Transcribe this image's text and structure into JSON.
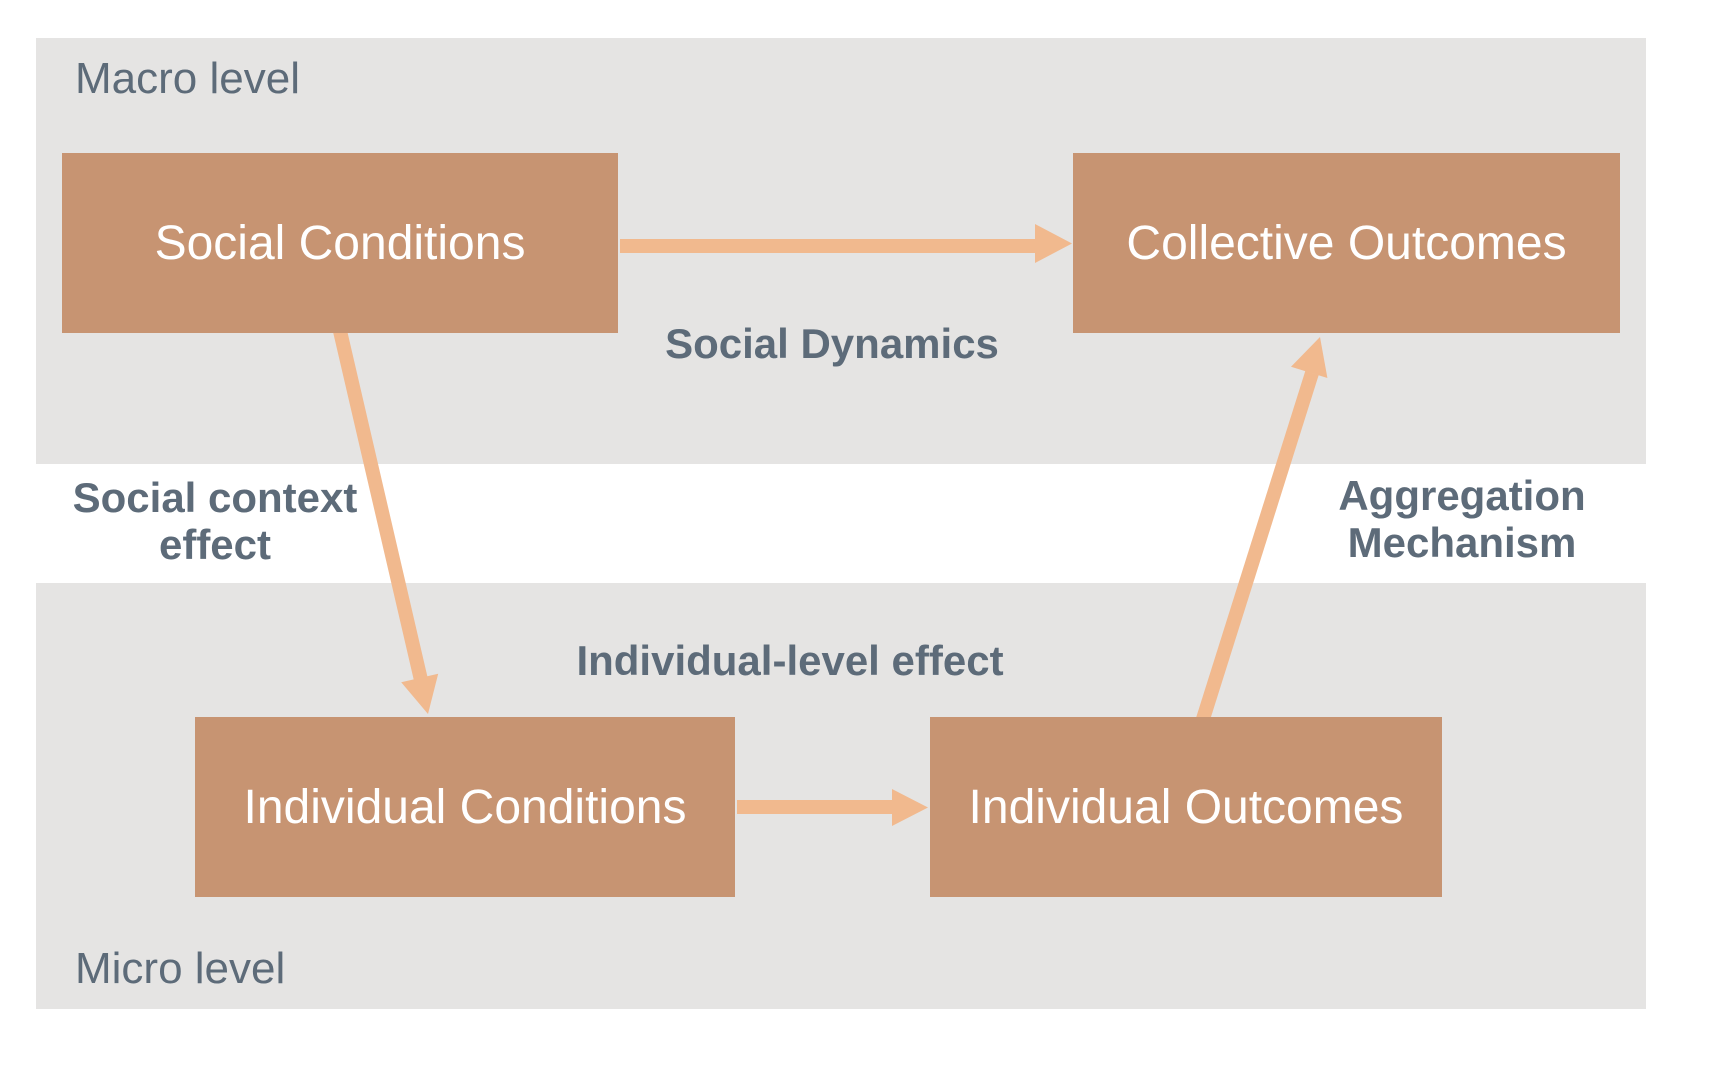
{
  "colors": {
    "background": "#FFFFFF",
    "band": "#E5E4E3",
    "box": "#C79472",
    "arrow": "#F1B98E",
    "label": "#5D6B79",
    "box_text": "#FFFFFF"
  },
  "levels": {
    "macro": "Macro level",
    "micro": "Micro level"
  },
  "nodes": {
    "social_conditions": "Social Conditions",
    "collective_outcomes": "Collective Outcomes",
    "individual_conditions": "Individual Conditions",
    "individual_outcomes": "Individual Outcomes"
  },
  "edges": {
    "social_dynamics": "Social Dynamics",
    "social_context": "Social context\neffect",
    "individual_level": "Individual-level effect",
    "aggregation": "Aggregation\nMechanism"
  }
}
